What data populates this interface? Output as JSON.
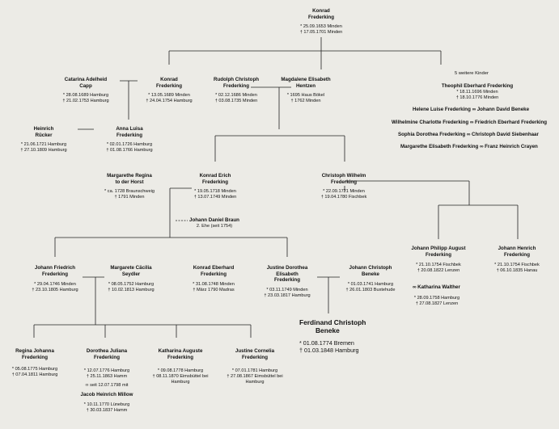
{
  "people": {
    "konrad_sen": {
      "name": [
        "Konrad",
        "Frederking"
      ],
      "dates": [
        "* 25.09.1653 Minden",
        "† 17.05.1701 Minden"
      ]
    },
    "catarina": {
      "name": [
        "Catarina Adelheid",
        "Capp"
      ],
      "dates": [
        "* 28.08.1689 Hamburg",
        "† 21.02.1753 Hamburg"
      ]
    },
    "konrad_jun": {
      "name": [
        "Konrad",
        "Frederking"
      ],
      "dates": [
        "* 13.05.1689 Minden",
        "† 24.04.1754 Hamburg"
      ]
    },
    "rudolph": {
      "name": [
        "Rudolph Christoph",
        "Frederking"
      ],
      "dates": [
        "* 02.12.1686 Minden",
        "† 03.08.1735 Minden"
      ]
    },
    "magdalene": {
      "name": [
        "Magdalene Elisabeth",
        "Hentzen"
      ],
      "dates": [
        "* 1695 Haus Bökel",
        "† 1762 Minden"
      ]
    },
    "heinrich": {
      "name": [
        "Heinrich",
        "Rücker"
      ],
      "dates": [
        "* 21.06.1721 Hamburg",
        "† 27.10.1809 Hamburg"
      ]
    },
    "anna": {
      "name": [
        "Anna Luisa",
        "Frederking"
      ],
      "dates": [
        "* 02.01.1726 Hamburg",
        "† 01.08.1766 Hamburg"
      ]
    },
    "theophil": {
      "name": [
        "Theophil Eberhard Frederking"
      ],
      "dates": [
        "* 18.11.1696 Minden",
        "† 18.10.1776 Minden"
      ]
    },
    "margarethe_regina": {
      "name": [
        "Margarethe Regina",
        "to der Horst"
      ],
      "dates": [
        "* ca. 1728 Braunschweig",
        "† 1791 Minden"
      ]
    },
    "konrad_erich": {
      "name": [
        "Konrad Erich",
        "Frederking"
      ],
      "dates": [
        "* 19.05.1718 Minden",
        "† 13.07.1749 Minden"
      ]
    },
    "christoph_wilhelm": {
      "name": [
        "Christoph Wilhelm",
        "Frederking"
      ],
      "dates": [
        "* 22.09.1721 Minden",
        "† 19.04.1780 Fischbek"
      ]
    },
    "johann_daniel": {
      "name": [
        "Johann Daniel Braun"
      ],
      "dates": [
        "2. Ehe (seit 1754)"
      ]
    },
    "johann_friedrich": {
      "name": [
        "Johann Friedrich",
        "Frederking"
      ],
      "dates": [
        "* 29.04.1746 Minden",
        "† 23.10.1805 Hamburg"
      ]
    },
    "margarete_cacilia": {
      "name": [
        "Margarete Cäcilia",
        "Seydler"
      ],
      "dates": [
        "* 08.05.1752 Hamburg",
        "† 10.02.1813 Hamburg"
      ]
    },
    "konrad_eberhard": {
      "name": [
        "Konrad Eberhard",
        "Frederking"
      ],
      "dates": [
        "* 31.08.1748 Minden",
        "† März 1790 Madras"
      ]
    },
    "justine_dorothea": {
      "name": [
        "Justine Dorothea",
        "Elisabeth",
        "Frederking"
      ],
      "dates": [
        "* 03.11.1749 Minden",
        "† 23.03.1817 Hamburg"
      ]
    },
    "johann_christoph": {
      "name": [
        "Johann Christoph",
        "Beneke"
      ],
      "dates": [
        "* 01.03.1741 Hamburg",
        "† 26.01.1803 Buxtehude"
      ]
    },
    "johann_philipp": {
      "name": [
        "Johann Philipp August",
        "Frederking"
      ],
      "dates": [
        "* 21.10.1754 Fischbek",
        "† 20.08.1822 Lenzen"
      ]
    },
    "katharina_walther": {
      "dates": [
        "* 28.09.1758 Hamburg",
        "† 27.08.1827 Lenzen"
      ]
    },
    "johann_heinrich": {
      "name": [
        "Johann Henrich",
        "Frederking"
      ],
      "dates": [
        "* 21.10.1754 Fischbek",
        "† 06.10.1835 Hanau"
      ]
    },
    "ferdinand": {
      "name": [
        "Ferdinand Christoph",
        "Beneke"
      ],
      "dates": [
        "* 01.08.1774 Bremen",
        "† 01.03.1848 Hamburg"
      ]
    },
    "regina_johanna": {
      "name": [
        "Regina Johanna",
        "Frederking"
      ],
      "dates": [
        "* 05.08.1775 Hamburg",
        "† 07.04.1811 Hamburg"
      ]
    },
    "dorothea_juliana": {
      "name": [
        "Dorothea Juliana",
        "Frederking"
      ],
      "dates": [
        "* 12.07.1776 Hamburg",
        "† 25.11.1863 Hamm"
      ]
    },
    "jacob_heinrich": {
      "name": [
        "Jacob Heinrich Millow"
      ],
      "dates": [
        "* 10.11.1770 Lüneburg",
        "† 30.03.1837 Hamm"
      ]
    },
    "katharina_auguste": {
      "name": [
        "Katharina Auguste",
        "Frederking"
      ],
      "dates": [
        "* 09.08.1778 Hamburg",
        "† 08.11.1870 Eimsbüttel bei",
        "Hamburg"
      ]
    },
    "justine_cornelia": {
      "name": [
        "Justine Cornelia",
        "Frederking"
      ],
      "dates": [
        "* 07.01.1781 Hamburg",
        "† 27.08.1867 Eimsbüttel bei",
        "Hamburg"
      ]
    }
  },
  "inline_names": {
    "helene": "Helene Luise Frederking ∞ Johann David Beneke",
    "wilhelmine": "Wilhelmine Charlotte Frederking ∞ Friedrich Eberhard Frederking",
    "sophia": "Sophia Dorothea Frederking ∞ Christoph David Siebenhaar",
    "margarethe_elisabeth": "Margarethe Elisabeth Frederking ∞ Franz Heinrich Crayen",
    "katharina_walther": "∞ Katharina Walther"
  },
  "notes": {
    "five_more_children": "5 weitere Kinder",
    "marriage_1798": "∞ seit 12.07.1798 mit"
  }
}
